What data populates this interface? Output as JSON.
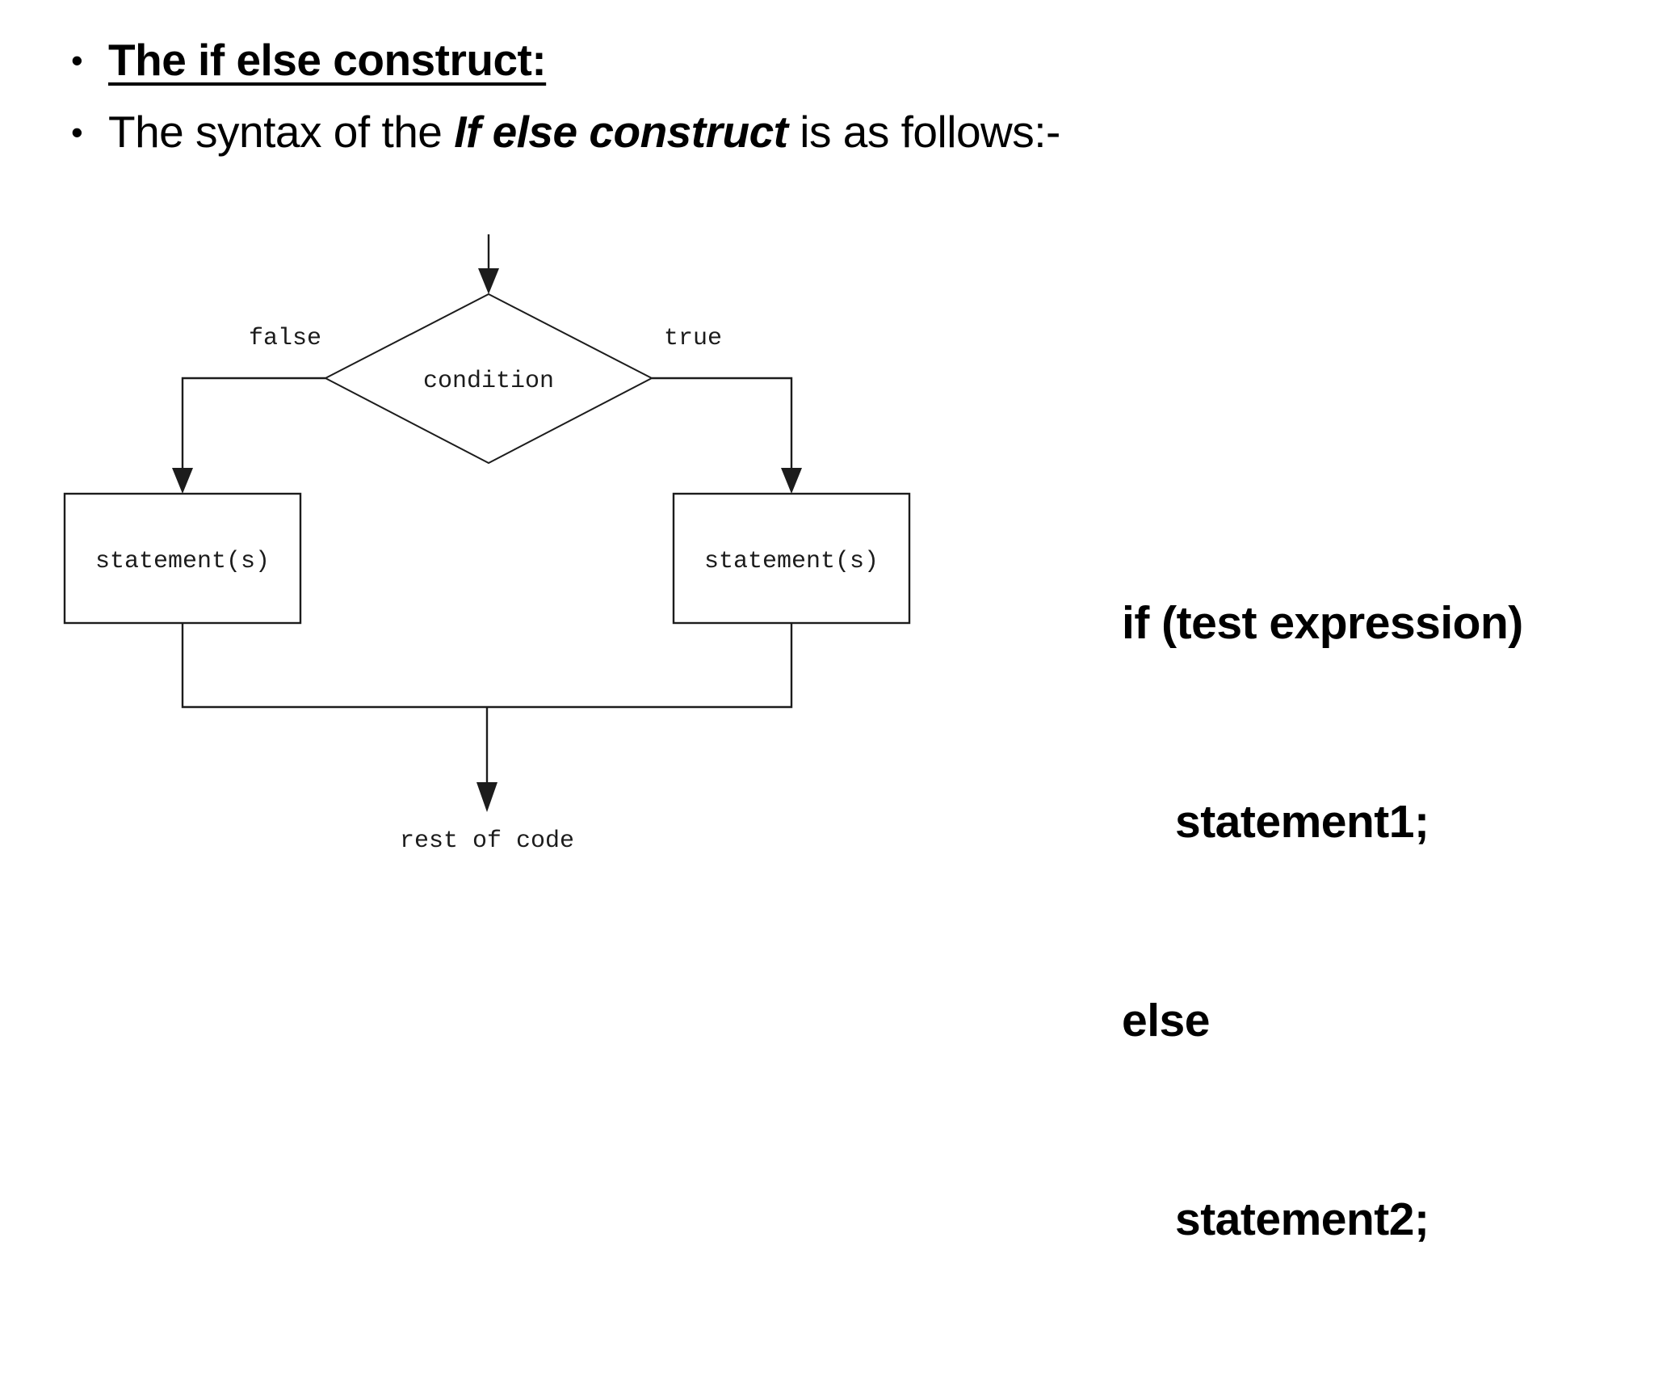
{
  "slide": {
    "background_color": "#ffffff",
    "text_color": "#000000",
    "bullet_marker": "•",
    "bullets": [
      {
        "text": "The if else construct:"
      },
      {
        "prefix": "The syntax of the ",
        "emphasis": "If else construct",
        "suffix": " is as follows:-"
      }
    ]
  },
  "flowchart": {
    "stroke_color": "#1c1c1c",
    "label_color": "#1c1c1c",
    "condition_label": "condition",
    "false_label": "false",
    "true_label": "true",
    "false_box_label": "statement(s)",
    "true_box_label": "statement(s)",
    "exit_label": "rest of code"
  },
  "code": {
    "text_color": "#000000",
    "lines": [
      {
        "text": "if (test expression)"
      },
      {
        "text": "statement1;"
      },
      {
        "text": "else"
      },
      {
        "text": "statement2;"
      }
    ]
  }
}
